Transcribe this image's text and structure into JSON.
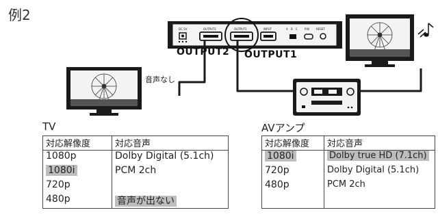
{
  "title": "例2",
  "device": {
    "port_labels": [
      "DC 5V",
      "OUTPUT2",
      "OUTPUT1",
      "INPUT",
      "A",
      "B",
      "C",
      "P.W",
      "RESET"
    ]
  },
  "connections": {
    "output2_label": "OUTPUT2",
    "output1_label": "OUTPUT1",
    "no_sound_note": "音声なし"
  },
  "tv": {
    "title": "TV",
    "headers": [
      "対応解像度",
      "対応音声"
    ],
    "rows": [
      {
        "resolution": "1080p",
        "audio": "Dolby Digital (5.1ch)"
      },
      {
        "resolution": "1080i",
        "audio": "PCM 2ch"
      },
      {
        "resolution": "720p",
        "audio": ""
      },
      {
        "resolution": "480p",
        "audio": "音声が出ない"
      }
    ],
    "highlighted_cells": [
      "rows.1.resolution",
      "rows.3.audio"
    ]
  },
  "av": {
    "title": "AVアンプ",
    "headers": [
      "対応解像度",
      "対応音声"
    ],
    "rows": [
      {
        "resolution": "1080i",
        "audio": "Dolby true HD (7.1ch)"
      },
      {
        "resolution": "720p",
        "audio": "Dolby Digital (5.1ch)"
      },
      {
        "resolution": "480p",
        "audio": "PCM 2ch"
      }
    ],
    "highlighted_cells": [
      "rows.0.resolution",
      "rows.0.audio"
    ]
  },
  "colors": {
    "highlight": "#bdbdbd",
    "device_body": "#1a1a1a",
    "cable": "#1a1a1a"
  },
  "icons": [
    "tv-icon",
    "ferris-wheel-icon",
    "av-receiver-icon",
    "music-note-icon"
  ]
}
